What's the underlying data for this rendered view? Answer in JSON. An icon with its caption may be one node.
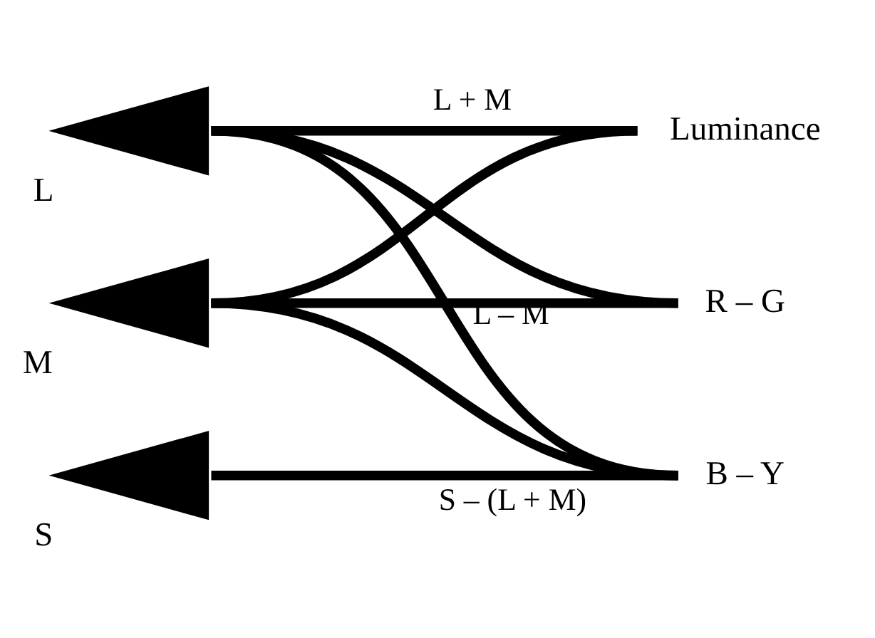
{
  "diagram": {
    "nodes": [
      {
        "text": [
          "L"
        ]
      },
      {
        "text": [
          "M"
        ]
      },
      {
        "text": [
          "S"
        ]
      },
      {
        "text": [
          "Luminance"
        ]
      },
      {
        "text": [
          "R – G"
        ]
      },
      {
        "text": [
          "B – Y"
        ]
      }
    ],
    "edges": [
      {
        "from": 0,
        "to": 3,
        "arrow": "none",
        "label": "L + M"
      },
      {
        "from": 1,
        "to": 3,
        "arrow": "none"
      },
      {
        "from": 0,
        "to": 4,
        "arrow": "none",
        "label": "L – M"
      },
      {
        "from": 1,
        "to": 4,
        "arrow": "none"
      },
      {
        "from": 0,
        "to": 5,
        "arrow": "none"
      },
      {
        "from": 1,
        "to": 5,
        "arrow": "none"
      },
      {
        "from": 2,
        "to": 5,
        "arrow": "none",
        "label": "S – (L + M)"
      }
    ]
  }
}
